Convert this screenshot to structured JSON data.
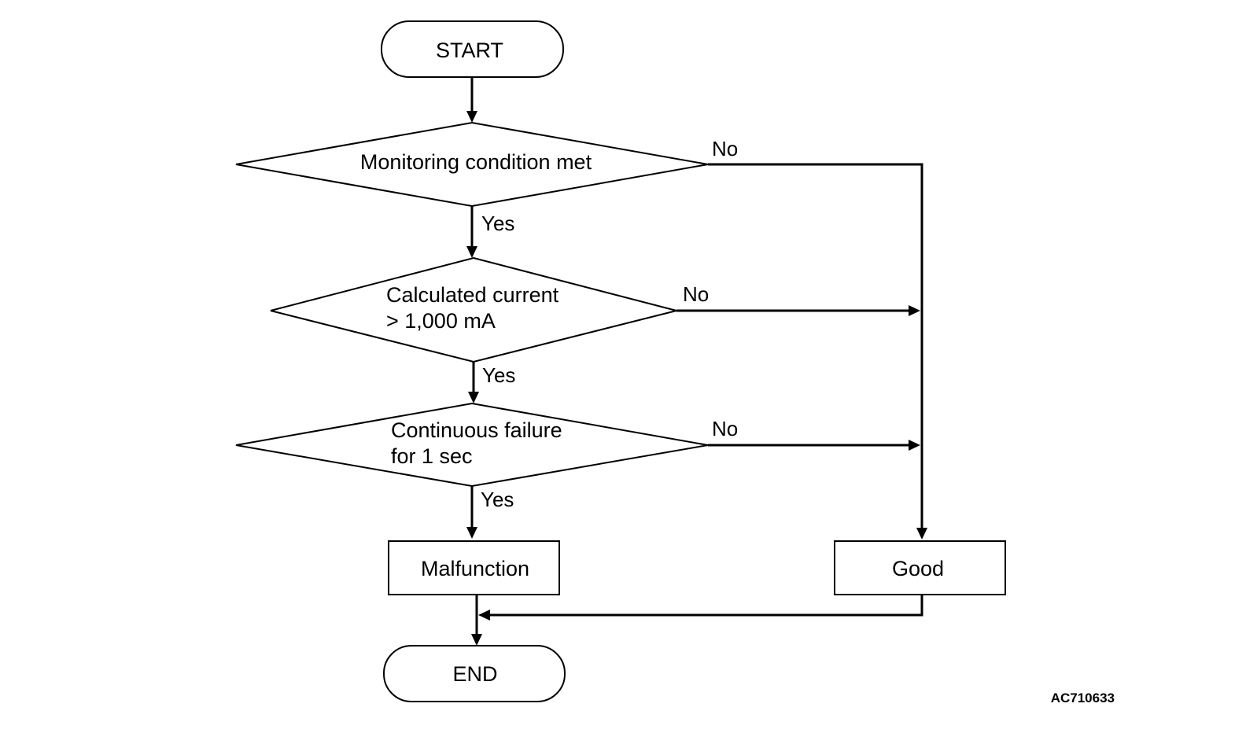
{
  "diagram": {
    "nodes": {
      "start": {
        "label": "START"
      },
      "decision_monitoring": {
        "label": "Monitoring condition met"
      },
      "decision_current": {
        "lines": [
          "Calculated current",
          "> 1,000 mA"
        ]
      },
      "decision_failure": {
        "lines": [
          "Continuous failure",
          "for 1 sec"
        ]
      },
      "malfunction": {
        "label": "Malfunction"
      },
      "good": {
        "label": "Good"
      },
      "end": {
        "label": "END"
      }
    },
    "edges": {
      "monitoring_yes": "Yes",
      "monitoring_no": "No",
      "current_yes": "Yes",
      "current_no": "No",
      "failure_yes": "Yes",
      "failure_no": "No"
    },
    "figure_id": "AC710633",
    "colors": {
      "line": "#000000",
      "background": "#ffffff"
    }
  }
}
